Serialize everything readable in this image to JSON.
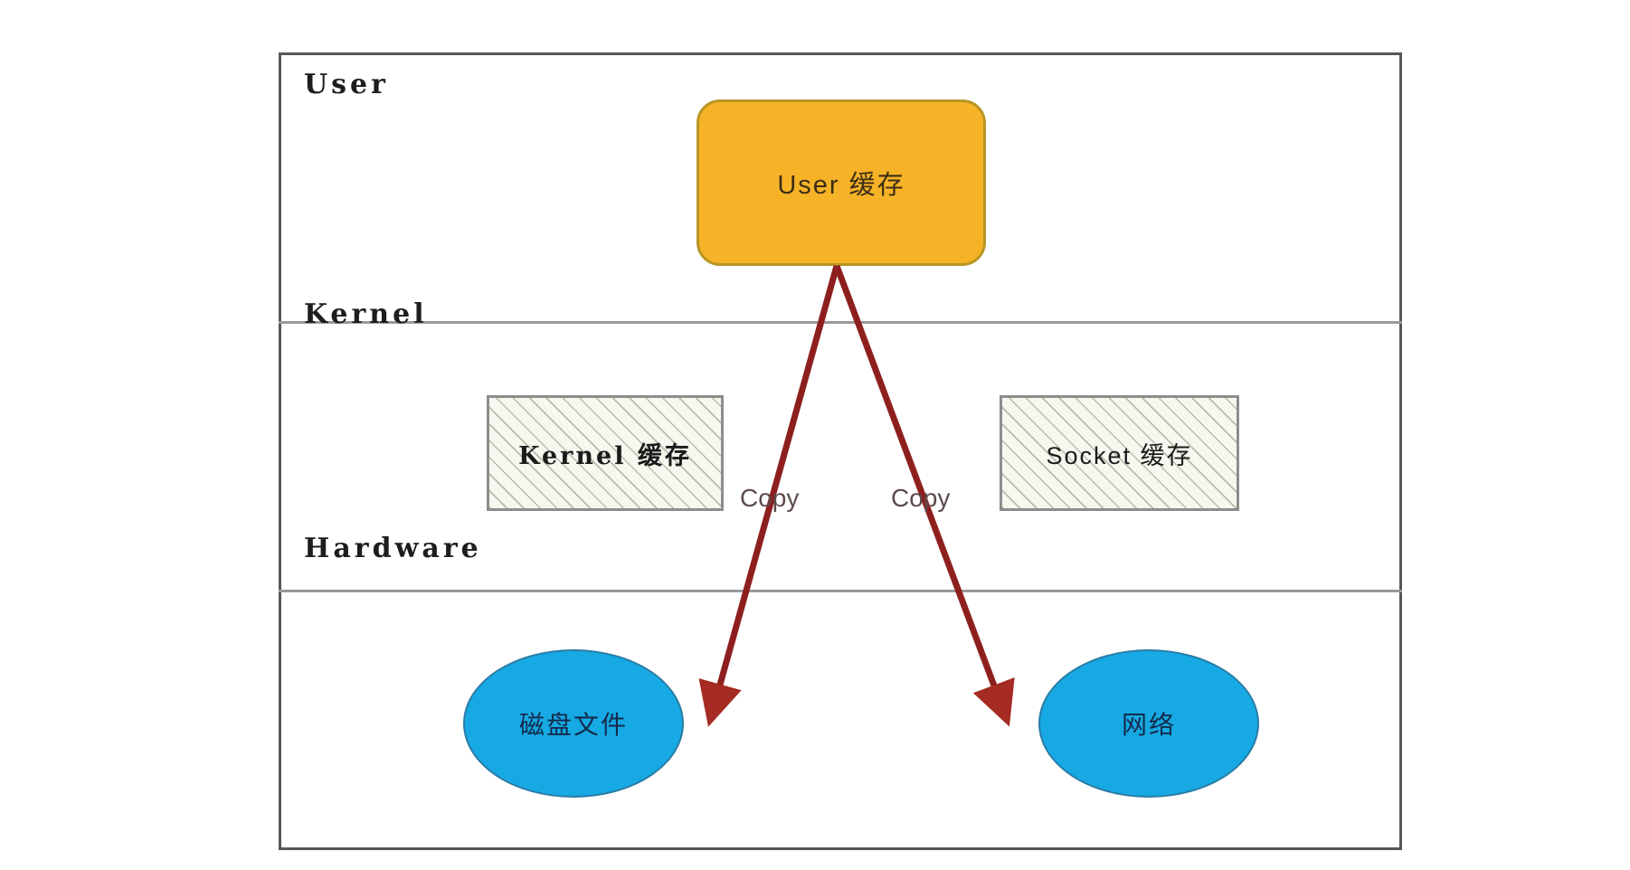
{
  "diagram": {
    "title": "Traditional IO data copy (User / Kernel / Hardware)",
    "colors": {
      "frame_border": "#575757",
      "divider": "#9a9a9a",
      "user_cache_fill": "#f7b327",
      "user_cache_border": "#b99524",
      "buffer_fill": "#f7f7ef",
      "buffer_border": "#8d8d8d",
      "buffer_hatch": "#b9bbac",
      "hardware_fill": "#16a9e3",
      "hardware_border": "#2a7ca6",
      "arrow": "#8e1f1f",
      "copy_text": "#5d4a4a"
    }
  },
  "sections": [
    {
      "id": "user",
      "label": "User"
    },
    {
      "id": "kernel",
      "label": "Kernel"
    },
    {
      "id": "hardware",
      "label": "Hardware"
    }
  ],
  "nodes": {
    "user_cache": {
      "label": "User 缓存",
      "shape": "rounded-rect",
      "layer": "user"
    },
    "kernel_buffer": {
      "label": "Kernel 缓存",
      "shape": "hatched-rect",
      "layer": "kernel"
    },
    "socket_buffer": {
      "label": "Socket 缓存",
      "shape": "hatched-rect",
      "layer": "kernel"
    },
    "disk_file": {
      "label": "磁盘文件",
      "shape": "ellipse",
      "layer": "hardware"
    },
    "network": {
      "label": "网络",
      "shape": "ellipse",
      "layer": "hardware"
    }
  },
  "edges": [
    {
      "id": "copy-disk",
      "label": "Copy",
      "from": "user_cache",
      "to": "disk_file"
    },
    {
      "id": "copy-network",
      "label": "Copy",
      "from": "user_cache",
      "to": "network"
    }
  ]
}
